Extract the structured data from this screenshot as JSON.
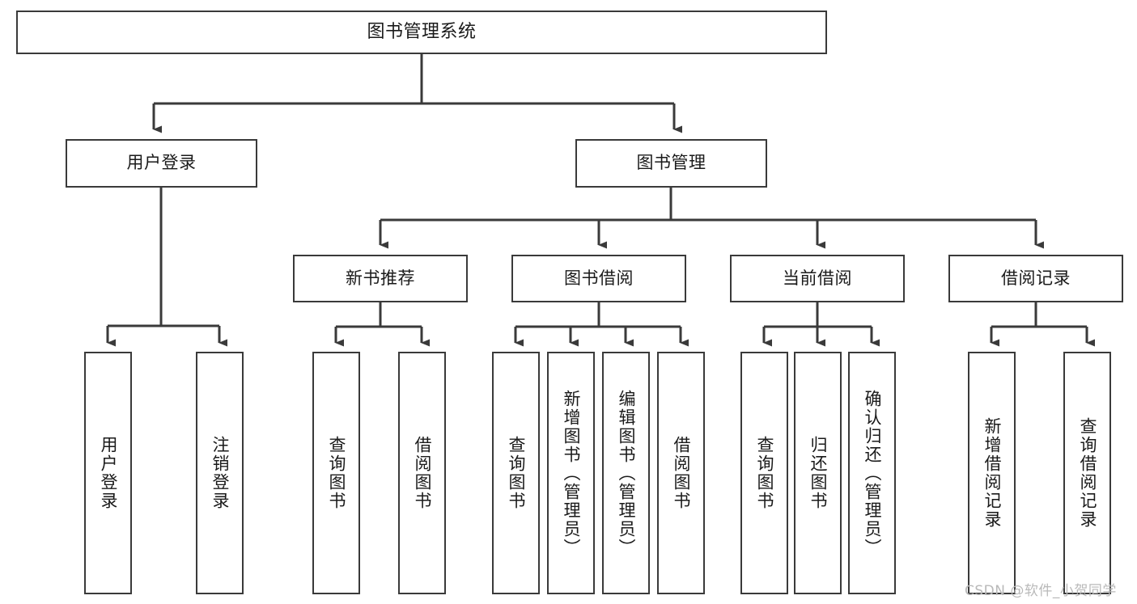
{
  "diagram": {
    "title": "图书管理系统",
    "watermark": "CSDN @软件_小贺同学",
    "edge_color": "#3a3a3a",
    "box_border_color": "#3a3a3a",
    "background_color": "#ffffff",
    "text_color": "#1a1a1a",
    "levels": {
      "root": {
        "label": "图书管理系统"
      },
      "level2": [
        {
          "label": "用户登录"
        },
        {
          "label": "图书管理"
        }
      ],
      "level3": [
        {
          "label": "新书推荐"
        },
        {
          "label": "图书借阅"
        },
        {
          "label": "当前借阅"
        },
        {
          "label": "借阅记录"
        }
      ],
      "leaves": {
        "user_login": [
          {
            "label": "用户登录"
          },
          {
            "label": "注销登录"
          }
        ],
        "new_book_recommend": [
          {
            "label": "查询图书"
          },
          {
            "label": "借阅图书"
          }
        ],
        "book_borrow": [
          {
            "label": "查询图书"
          },
          {
            "label": "新增图书（管理员）"
          },
          {
            "label": "编辑图书（管理员）"
          },
          {
            "label": "借阅图书"
          }
        ],
        "current_borrow": [
          {
            "label": "查询图书"
          },
          {
            "label": "归还图书"
          },
          {
            "label": "确认归还（管理员）"
          }
        ],
        "borrow_records": [
          {
            "label": "新增借阅记录"
          },
          {
            "label": "查询借阅记录"
          }
        ]
      }
    }
  }
}
